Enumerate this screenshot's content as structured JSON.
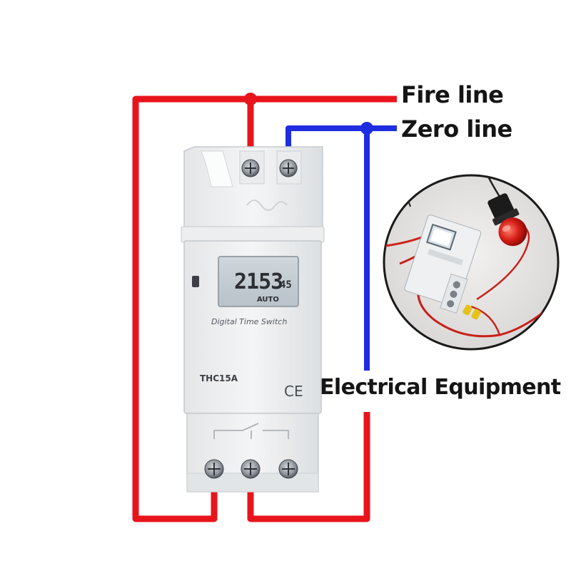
{
  "labels": {
    "fire_line": "Fire line",
    "zero_line": "Zero line",
    "electrical_equipment": "Electrical Equipment"
  },
  "device": {
    "name": "Digital Time Switch",
    "model": "THC15A",
    "certification": "CE",
    "display": {
      "time_digits": "2153",
      "seconds": "45",
      "mode": "AUTO"
    }
  },
  "wires": {
    "fire_color": "#e8141c",
    "zero_color": "#1f2de0"
  },
  "icons": [
    "terminal-screw-icon",
    "relay-switch-symbol-icon",
    "ce-mark-icon"
  ]
}
